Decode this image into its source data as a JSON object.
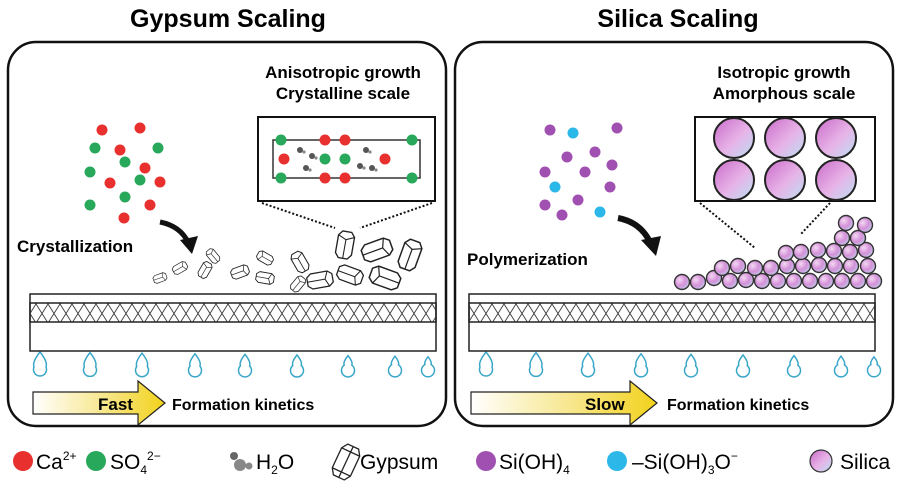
{
  "left": {
    "title": "Gypsum Scaling",
    "inset_line1": "Anisotropic growth",
    "inset_line2": "Crystalline scale",
    "process": "Crystallization",
    "speed": "Fast",
    "kinetics": "Formation kinetics"
  },
  "right": {
    "title": "Silica Scaling",
    "inset_line1": "Isotropic growth",
    "inset_line2": "Amorphous scale",
    "process": "Polymerization",
    "speed": "Slow",
    "kinetics": "Formation kinetics"
  },
  "legend": {
    "ca": {
      "base": "Ca",
      "sup": "2+"
    },
    "so4": {
      "base": "SO",
      "sub": "4",
      "sup": "2−"
    },
    "h2o": {
      "a": "H",
      "sub": "2",
      "b": "O"
    },
    "gypsum": "Gypsum",
    "sioh4": {
      "base": "Si(OH)",
      "sub": "4"
    },
    "sioh3o": {
      "base": "–Si(OH)",
      "sub": "3",
      "b": "O",
      "sup": "−"
    },
    "silica": "Silica"
  },
  "colors": {
    "ca": "#e8312f",
    "so4": "#27a85a",
    "sioh4": "#a050b0",
    "sioh3o": "#2bb8e8",
    "drop": "#3aa6c8",
    "arrow_yellow": "#f2d21b"
  }
}
